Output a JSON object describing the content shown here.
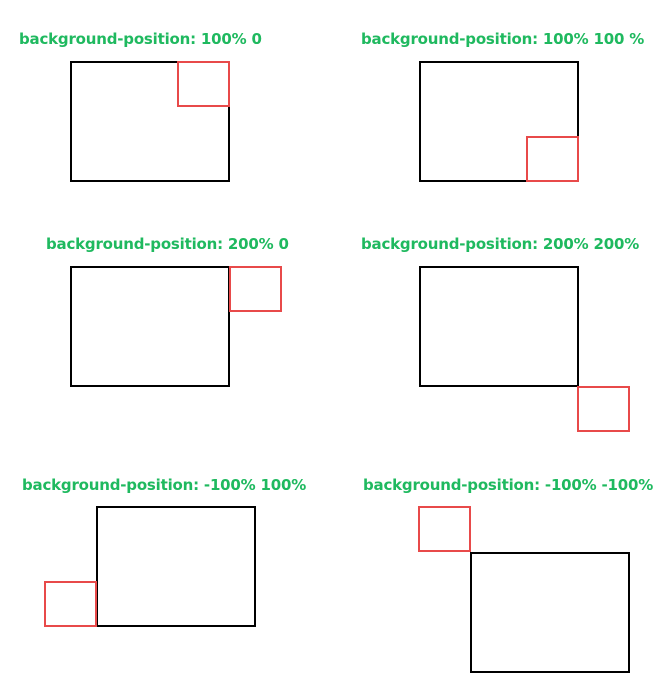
{
  "colors": {
    "title": "#1fb95f",
    "container_border": "#000000",
    "background_square_border": "#e84a4a",
    "page_background": "#ffffff"
  },
  "panels": [
    {
      "title": "background-position: 100% 0"
    },
    {
      "title": "background-position: 100% 100 %"
    },
    {
      "title": "background-position: 200% 0"
    },
    {
      "title": "background-position: 200% 200%"
    },
    {
      "title": "background-position: -100% 100%"
    },
    {
      "title": "background-position: -100% -100%"
    }
  ]
}
